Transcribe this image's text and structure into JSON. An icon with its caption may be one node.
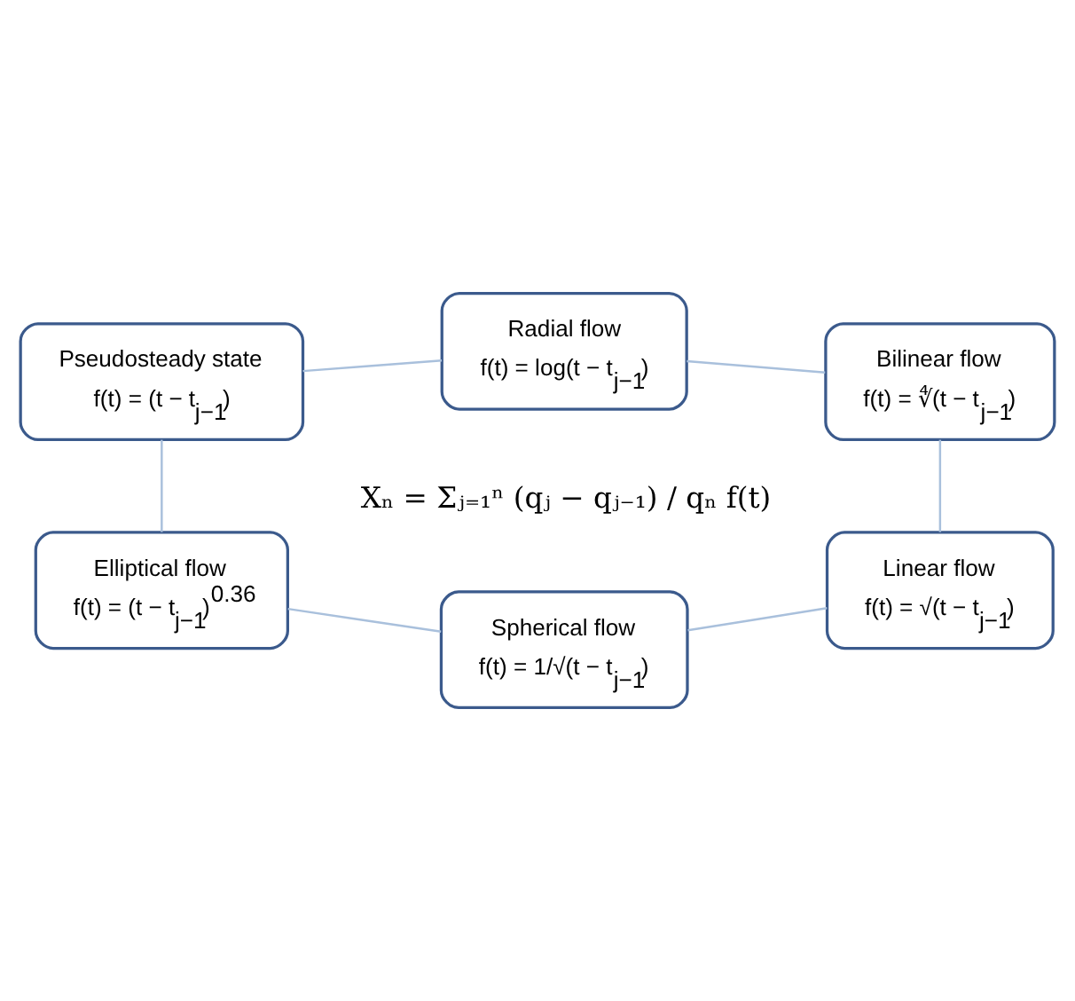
{
  "diagram": {
    "nodes": [
      {
        "text": [
          "Radial flow",
          "f(t) = log(t − t$_{j−1}$)"
        ]
      },
      {
        "text": [
          "Pseudosteady state",
          "f(t) = (t − t$_{j−1}$)"
        ]
      },
      {
        "text": [
          "Bilinear flow",
          "f(t) = ∜(t − t$_{j−1}$)"
        ]
      },
      {
        "text": [
          "Elliptical flow",
          "f(t) = (t − t$_{j−1}$)$^{0.36}$"
        ]
      },
      {
        "text": [
          "Linear flow",
          "f(t) = √(t − t$_{j−1}$)"
        ]
      },
      {
        "text": [
          "Spherical flow",
          "f(t) = 1/√(t − t$_{j−1}$)"
        ]
      }
    ],
    "edges": [
      {
        "from": 0,
        "to": 2,
        "arrow": "none"
      },
      {
        "from": 2,
        "to": 4,
        "arrow": "none"
      },
      {
        "from": 4,
        "to": 5,
        "arrow": "none"
      },
      {
        "from": 5,
        "to": 3,
        "arrow": "none"
      },
      {
        "from": 3,
        "to": 1,
        "arrow": "none"
      },
      {
        "from": 1,
        "to": 0,
        "arrow": "none"
      }
    ],
    "labels": [
      "Xₙ = Σⱼ₌₁ⁿ (qⱼ − qⱼ₋₁) / qₙ f(t)"
    ]
  }
}
